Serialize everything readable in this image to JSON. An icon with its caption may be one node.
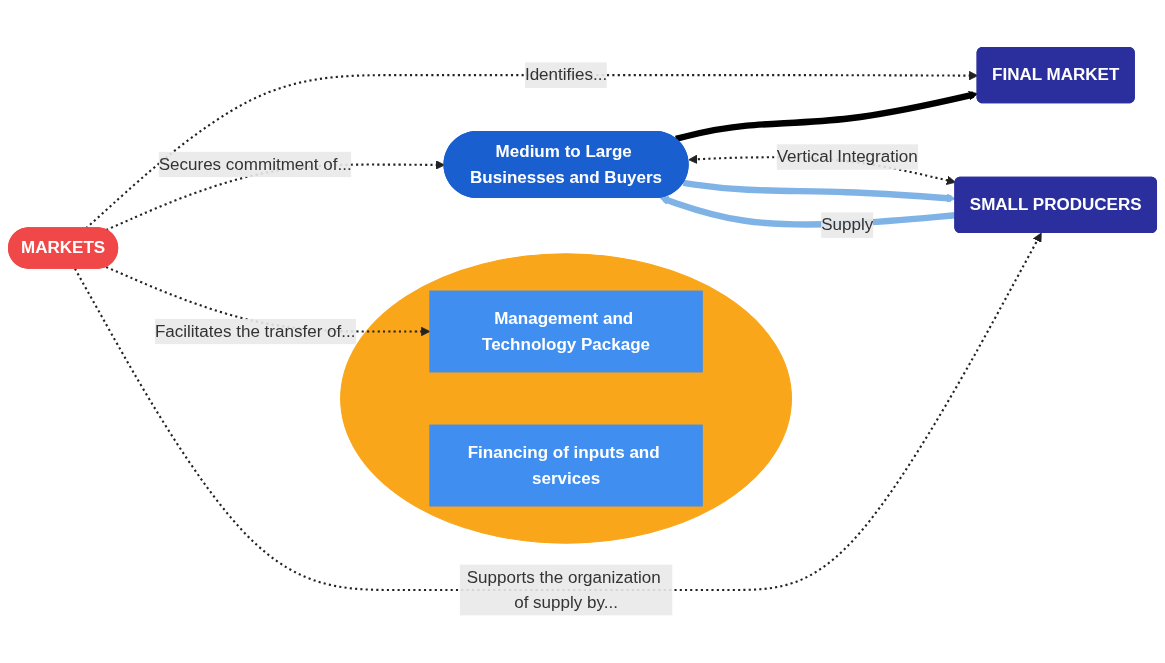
{
  "diagram": {
    "nodes": [
      {
        "text": [
          "FINAL MARKET"
        ]
      },
      {
        "text": [
          "MARKETS"
        ]
      },
      {
        "text": [
          "Medium to Large Businesses and Buyers"
        ]
      },
      {
        "text": [],
        "shape": "ellipse"
      },
      {
        "text": [
          "Management and Technology Package"
        ],
        "in": 3
      },
      {
        "text": [
          "Financing of inputs and services"
        ],
        "in": 3
      },
      {
        "text": [
          "SMALL PRODUCERS"
        ]
      }
    ],
    "edges": [
      {
        "from": 1,
        "to": 0,
        "arrow": "to",
        "label": "Identifies...",
        "style": "dashed"
      },
      {
        "from": 1,
        "to": 2,
        "arrow": "to",
        "label": "Secures commitment of...",
        "style": "dashed"
      },
      {
        "from": 1,
        "to": 4,
        "arrow": "to",
        "label": "Facilitates the transfer of...",
        "style": "dashed"
      },
      {
        "from": 1,
        "to": 6,
        "arrow": "to",
        "label": "Supports the organization of supply by...",
        "style": "dashed"
      },
      {
        "from": 2,
        "to": 0,
        "arrow": "to",
        "style": "thick"
      },
      {
        "from": 2,
        "to": 6,
        "arrow": "both",
        "label": "Vertical Integration",
        "style": "dashed"
      },
      {
        "from": 2,
        "to": 6,
        "arrow": "to",
        "style": "thick",
        "color": "#7fb2e5"
      },
      {
        "from": 6,
        "to": 2,
        "arrow": "to",
        "label": "Supply",
        "style": "thick",
        "color": "#7fb2e5"
      }
    ]
  }
}
